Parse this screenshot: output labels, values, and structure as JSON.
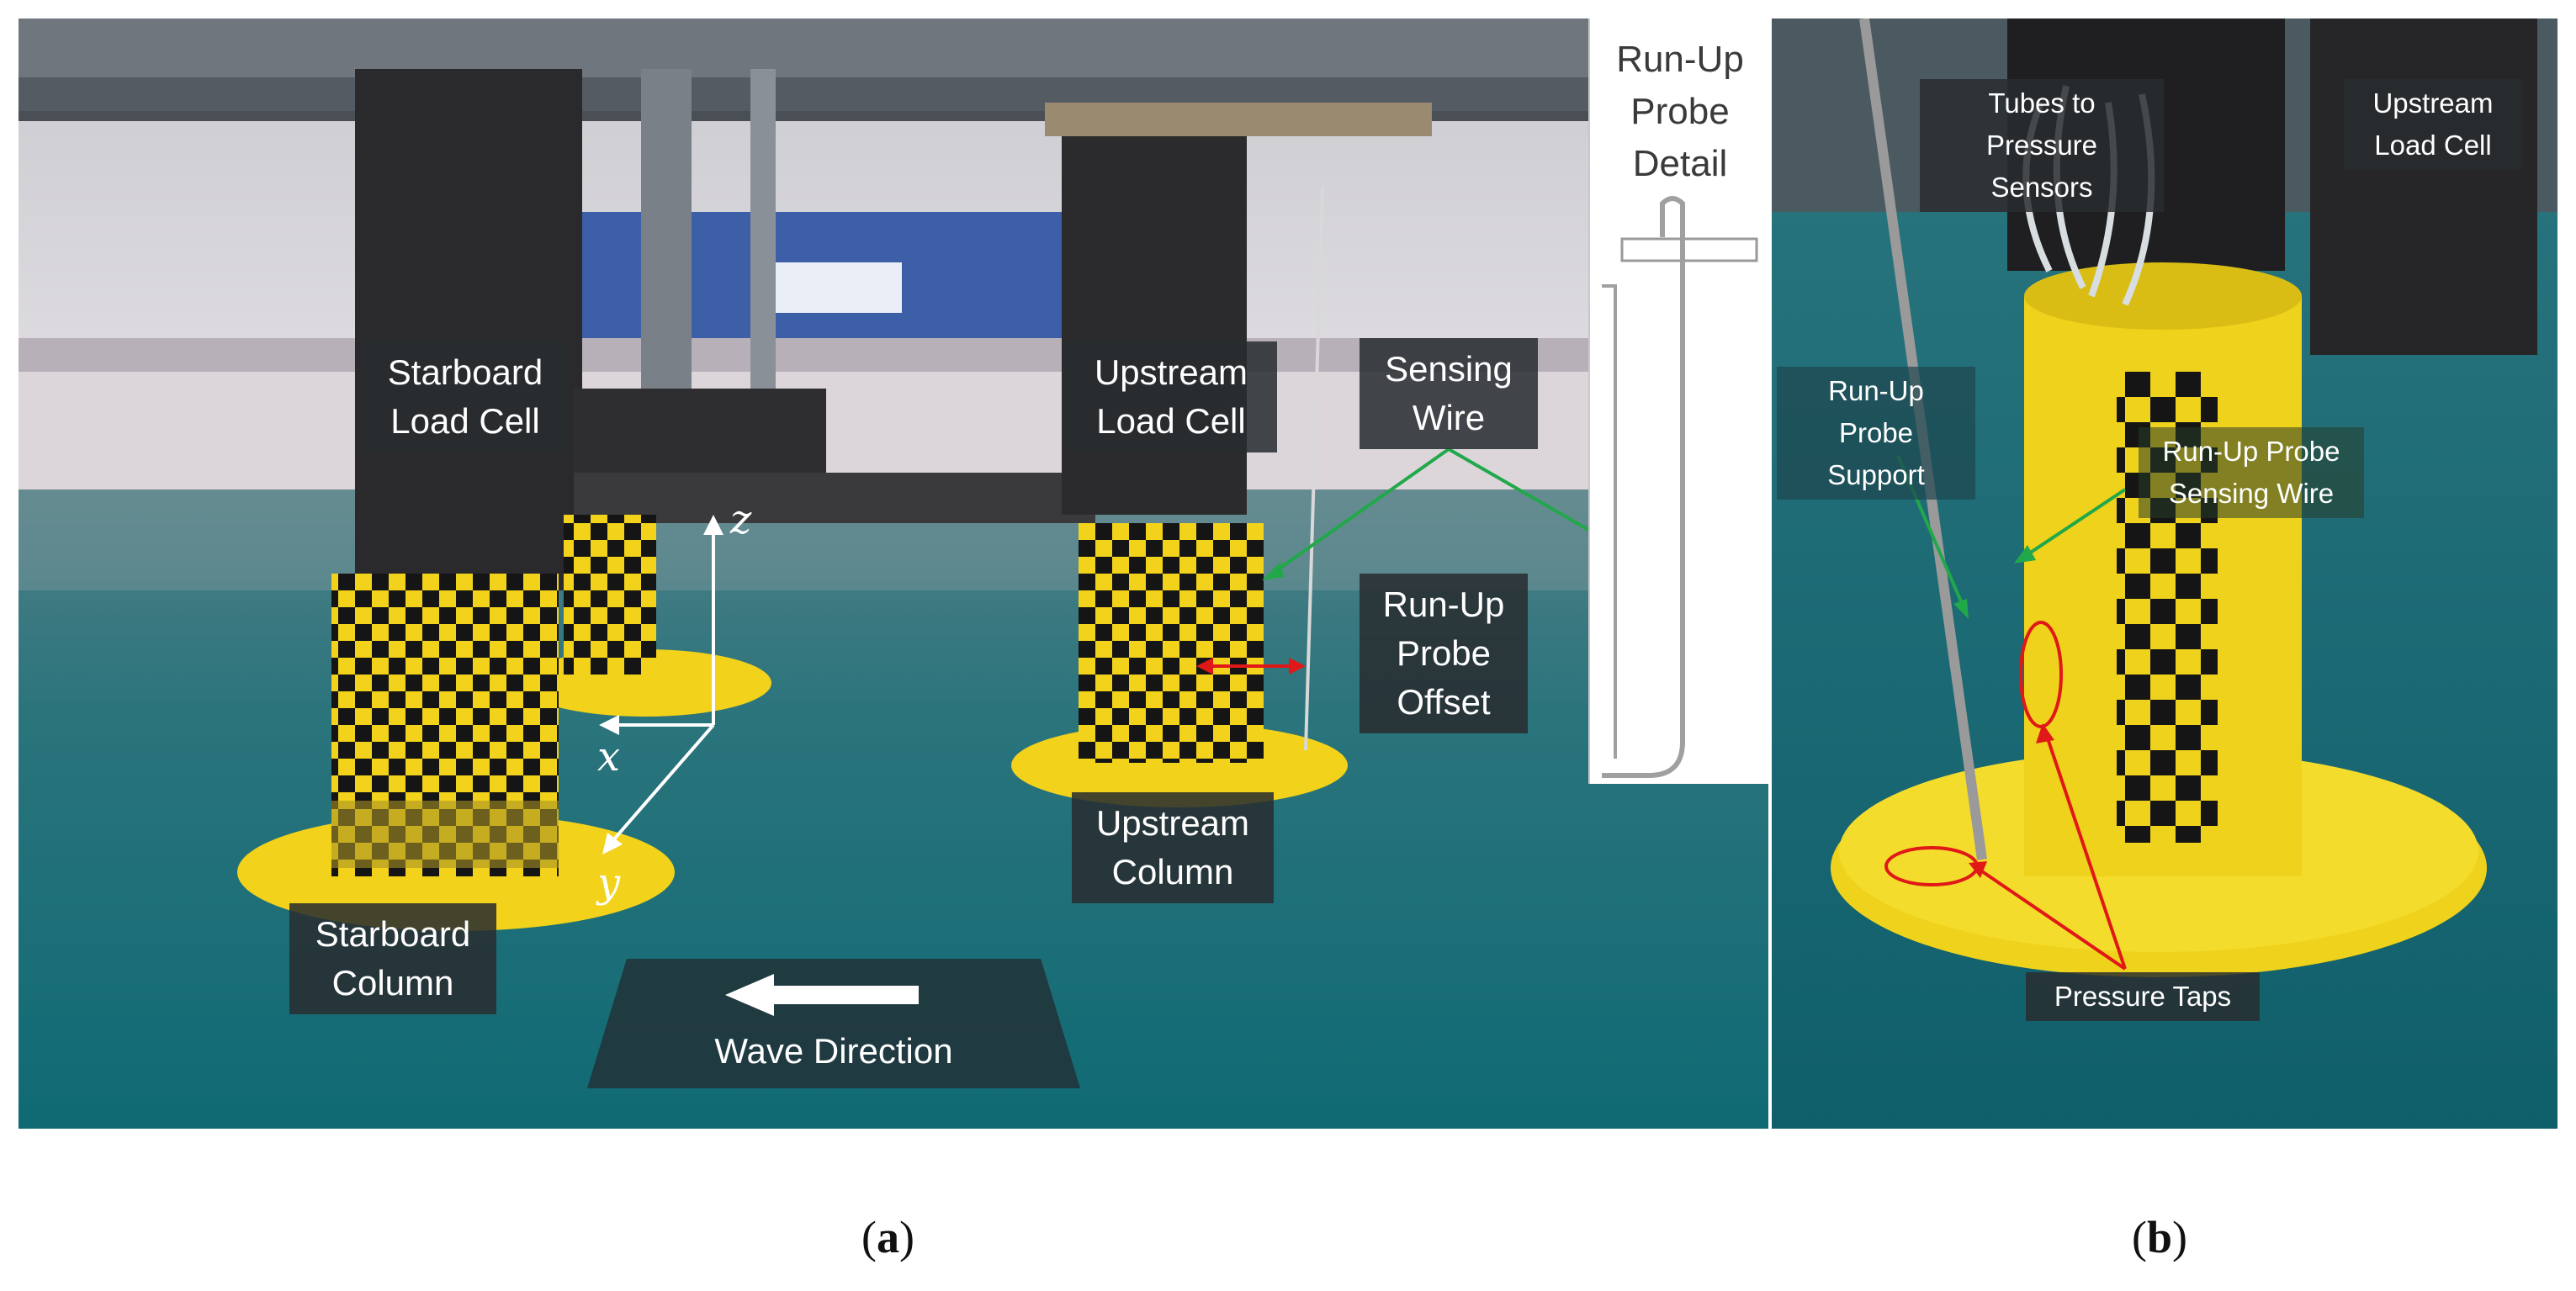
{
  "panel_a": {
    "labels": {
      "starboard_load_cell": "Starboard\nLoad Cell",
      "upstream_load_cell": "Upstream\nLoad Cell",
      "sensing_wire": "Sensing\nWire",
      "runup_probe_offset": "Run-Up\nProbe\nOffset",
      "starboard_column": "Starboard\nColumn",
      "upstream_column": "Upstream\nColumn",
      "wave_direction": "Wave Direction"
    },
    "probe_detail_title": "Run-Up\nProbe\nDetail",
    "axes": {
      "x": "x",
      "y": "y",
      "z": "z"
    }
  },
  "panel_b": {
    "labels": {
      "tubes_to_pressure_sensors": "Tubes to\nPressure Sensors",
      "upstream_load_cell": "Upstream\nLoad Cell",
      "runup_probe_support": "Run-Up Probe\nSupport",
      "runup_probe_sensing_wire": "Run-Up Probe\nSensing Wire",
      "pressure_taps": "Pressure Taps"
    }
  },
  "captions": {
    "a": "a",
    "b": "b"
  },
  "colors": {
    "column_yellow": "#f2d21a",
    "checker_black": "#151515",
    "water": "#1f7f86",
    "arrow_green": "#21a84a",
    "arrow_red": "#e01818"
  }
}
